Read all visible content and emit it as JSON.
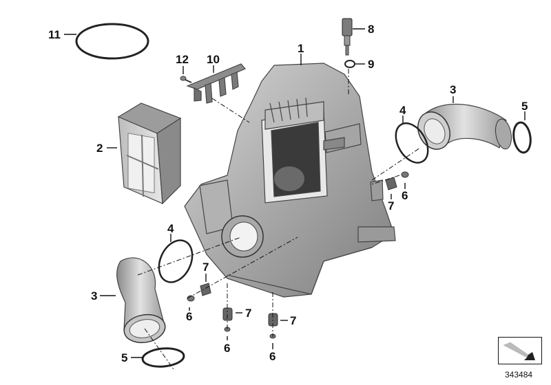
{
  "diagram": {
    "doc_number": "343484",
    "callouts": {
      "n1": "1",
      "n2": "2",
      "n3a": "3",
      "n3b": "3",
      "n4a": "4",
      "n4b": "4",
      "n5a": "5",
      "n5b": "5",
      "n6a": "6",
      "n6b": "6",
      "n6c": "6",
      "n6d": "6",
      "n7a": "7",
      "n7b": "7",
      "n7c": "7",
      "n7d": "7",
      "n8": "8",
      "n9": "9",
      "n10": "10",
      "n11": "11",
      "n12": "12"
    }
  }
}
